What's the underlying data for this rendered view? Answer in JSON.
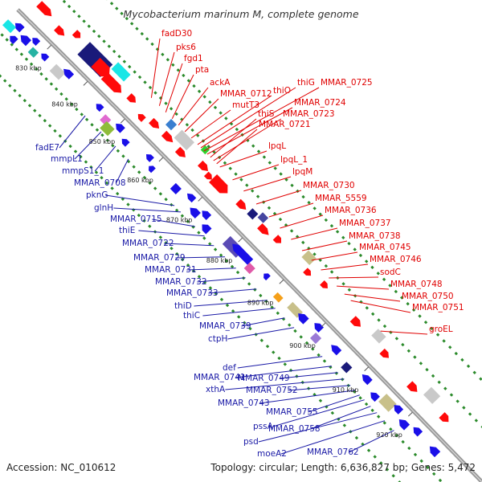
{
  "title": "Mycobacterium marinum M, complete genome",
  "footer": {
    "accession": "Accession: NC_010612",
    "topology": "Topology: circular; Length: 6,636,827 bp; Genes: 5,472"
  },
  "colors": {
    "forward_label": "#e00000",
    "reverse_label": "#1a1aa6",
    "backbone": "#9a9a9a",
    "gc_dots": "#2a8a2a"
  },
  "ticks": [
    "830 kbp",
    "840 kbp",
    "850 kbp",
    "860 kbp",
    "870 kbp",
    "880 kbp",
    "890 kbp",
    "900 kbp",
    "910 kbp",
    "920 kbp"
  ],
  "forward_genes": [
    "fadD30",
    "pks6",
    "fgd1",
    "pta",
    "ackA",
    "MMAR_0712",
    "mutT3",
    "thiO",
    "thiG",
    "MMAR_0725",
    "MMAR_0724",
    "thiS",
    "MMAR_0723",
    "MMAR_0721",
    "lpqL",
    "lpqL_1",
    "lpqM",
    "MMAR_0730",
    "MMAR_5559",
    "MMAR_0736",
    "MMAR_0737",
    "MMAR_0738",
    "MMAR_0745",
    "MMAR_0746",
    "sodC",
    "MMAR_0748",
    "MMAR_0750",
    "MMAR_0751",
    "groEL"
  ],
  "reverse_genes": [
    "fadE7",
    "mmpL1",
    "mmpS1_1",
    "MMAR_0708",
    "pknG",
    "glnH",
    "MMAR_0715",
    "thiE",
    "MMAR_0722",
    "MMAR_0729",
    "MMAR_0731",
    "MMAR_0732",
    "MMAR_0733",
    "thiD",
    "thiC",
    "MMAR_0739",
    "ctpH",
    "def",
    "MMAR_0741",
    "MMAR_0749",
    "xthA",
    "MMAR_0752",
    "MMAR_0743",
    "MMAR_0755",
    "pssA",
    "MMAR_0758",
    "psd",
    "moeA2",
    "MMAR_0762"
  ]
}
